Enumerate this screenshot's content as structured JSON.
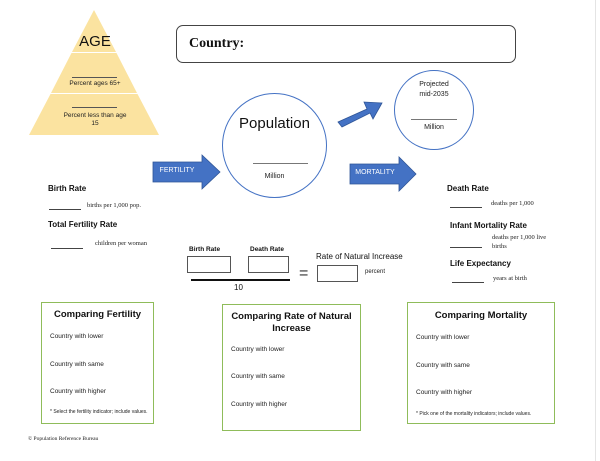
{
  "pyramid": {
    "title": "AGE",
    "row1_label": "Percent ages 65+",
    "row2_label": "Percent less than age 15",
    "fill_color": "#fbe3a0"
  },
  "country": {
    "label": "Country:"
  },
  "population": {
    "title": "Population",
    "unit": "Million"
  },
  "projected": {
    "title_line1": "Projected",
    "title_line2": "mid-2035",
    "unit": "Million"
  },
  "arrows": {
    "fertility": "FERTILITY",
    "mortality": "MORTALITY",
    "color": "#4472c4"
  },
  "fertility_stats": {
    "birth_rate": {
      "heading": "Birth Rate",
      "unit": "births per 1,000 pop."
    },
    "tfr": {
      "heading": "Total Fertility Rate",
      "unit": "children per woman"
    }
  },
  "mortality_stats": {
    "death_rate": {
      "heading": "Death Rate",
      "unit": "deaths per 1,000"
    },
    "imr": {
      "heading": "Infant Mortality Rate",
      "unit_line1": "deaths per 1,000 live",
      "unit_line2": "births"
    },
    "life_exp": {
      "heading": "Life Expectancy",
      "unit": "years at birth"
    }
  },
  "rni_equation": {
    "birth_rate_label": "Birth Rate",
    "death_rate_label": "Death Rate",
    "divisor": "10",
    "equals": "=",
    "result_label": "Rate of Natural Increase",
    "result_unit": "percent"
  },
  "compare": {
    "fertility": {
      "title": "Comparing Fertility",
      "rows": [
        "Country with lower",
        "Country with same",
        "Country with higher"
      ],
      "note": "* Select the fertility indicator; include values."
    },
    "rni": {
      "title_line1": "Comparing Rate of Natural",
      "title_line2": "Increase",
      "rows": [
        "Country with lower",
        "Country with same",
        "Country with higher"
      ]
    },
    "mortality": {
      "title": "Comparing Mortality",
      "rows": [
        "Country with lower",
        "Country with same",
        "Country with higher"
      ],
      "note": "* Pick one of the mortality indicators; include values."
    }
  },
  "footer": {
    "copyright": "© Population Reference Bureau"
  }
}
